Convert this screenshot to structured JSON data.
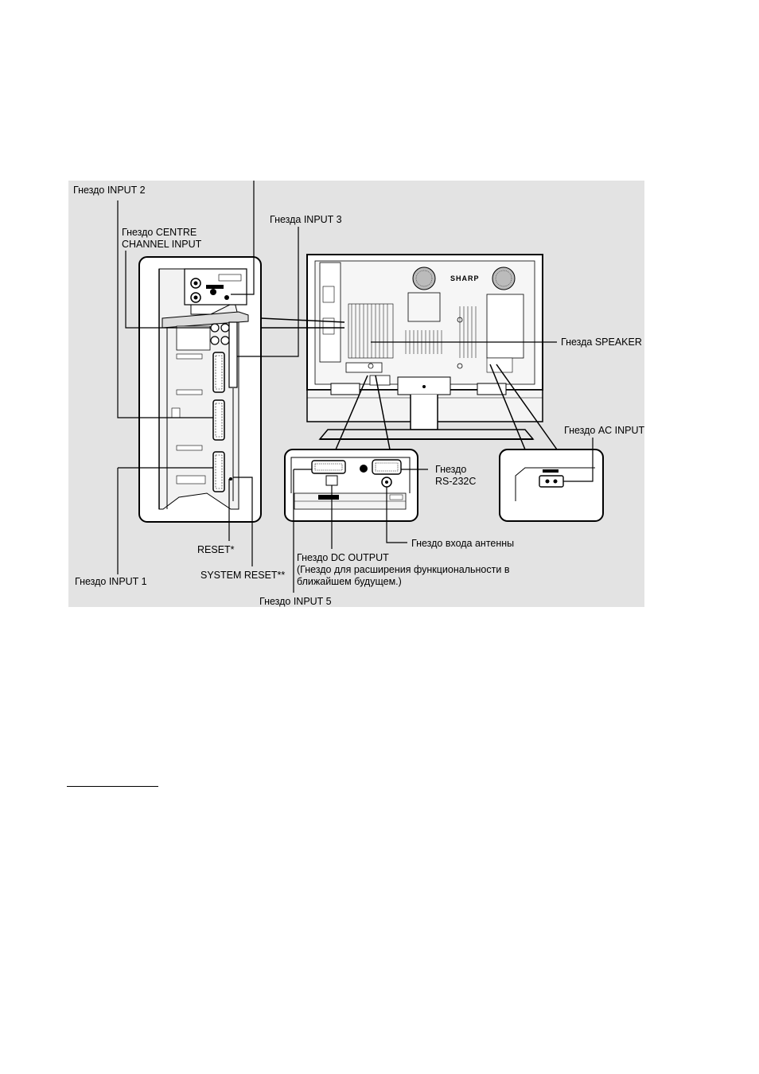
{
  "brand": "SHARP",
  "labels": {
    "input2": "Гнездо INPUT 2",
    "input3": "Гнезда INPUT 3",
    "centre_line1": "Гнездо CENTRE",
    "centre_line2": "CHANNEL INPUT",
    "speaker": "Гнезда SPEAKER",
    "ac_input": "Гнездо AC INPUT",
    "rs232_line1": "Гнездо",
    "rs232_line2": "RS-232C",
    "antenna": "Гнездо входа антенны",
    "dc_output": "Гнездо DC OUTPUT",
    "dc_note": "(Гнездо для расширения функциональности в ближайшем будущем.)",
    "reset": "RESET*",
    "system_reset": "SYSTEM RESET**",
    "input1": "Гнездо INPUT 1",
    "input5": "Гнездо INPUT 5"
  },
  "colors": {
    "background": "#e3e3e3",
    "line": "#000000",
    "panel": "#ffffff"
  }
}
